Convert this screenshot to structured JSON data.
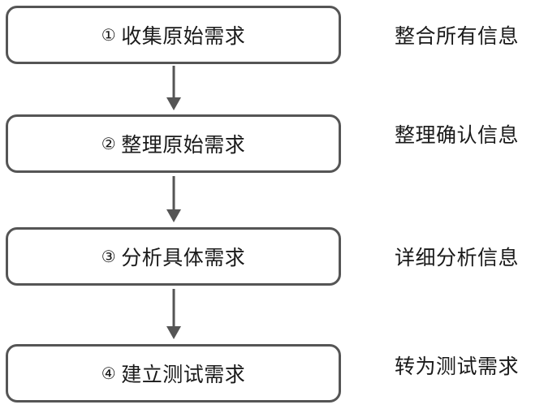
{
  "steps": [
    {
      "number": "①",
      "label": "收集原始需求",
      "note": "整合所有信息"
    },
    {
      "number": "②",
      "label": "整理原始需求",
      "note": "整理确认信息"
    },
    {
      "number": "③",
      "label": "分析具体需求",
      "note": "详细分析信息"
    },
    {
      "number": "④",
      "label": "建立测试需求",
      "note": "转为测试需求"
    }
  ],
  "colors": {
    "border": "#555555",
    "arrow": "#555555",
    "text": "#1a1a1a"
  }
}
